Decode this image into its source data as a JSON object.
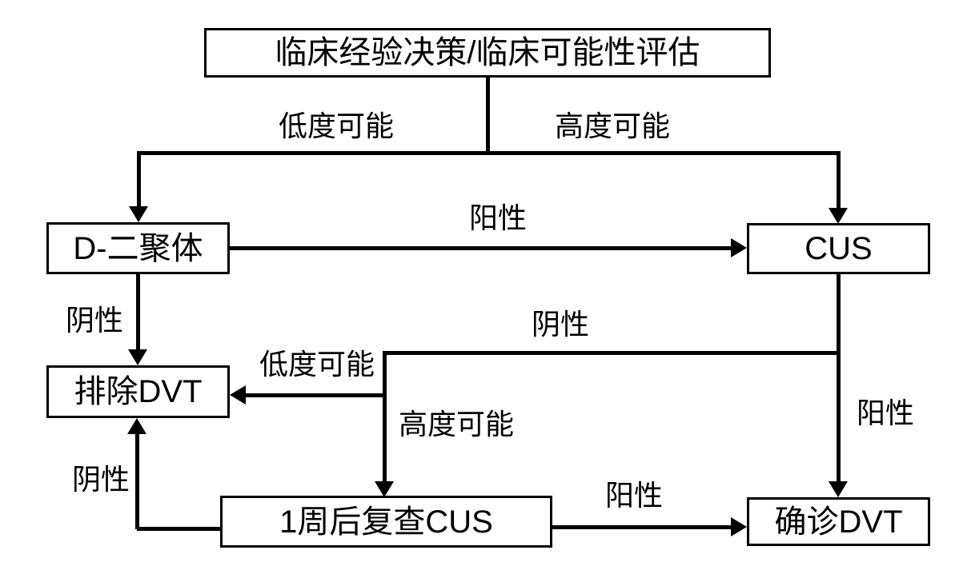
{
  "diagram": {
    "type": "flowchart",
    "background_color": "#ffffff",
    "line_color": "#000000",
    "text_color": "#000000",
    "box_fill_color": "#ffffff",
    "nodes": {
      "assessment": {
        "label": "临床经验决策/临床可能性评估"
      },
      "ddimer": {
        "label": "D-二聚体"
      },
      "cus": {
        "label": "CUS"
      },
      "exclude_dvt": {
        "label": "排除DVT"
      },
      "recheck_cus": {
        "label": "1周后复查CUS"
      },
      "confirm_dvt": {
        "label": "确诊DVT"
      }
    },
    "edge_labels": {
      "low_probability_top": "低度可能",
      "high_probability_top": "高度可能",
      "positive_ddimer_to_cus": "阳性",
      "negative_ddimer_to_exclude": "阴性",
      "negative_cus_branch": "阴性",
      "low_probability_to_exclude": "低度可能",
      "high_probability_to_recheck": "高度可能",
      "positive_cus_to_confirm": "阳性",
      "negative_recheck_to_exclude": "阴性",
      "positive_recheck_to_confirm": "阳性"
    }
  }
}
